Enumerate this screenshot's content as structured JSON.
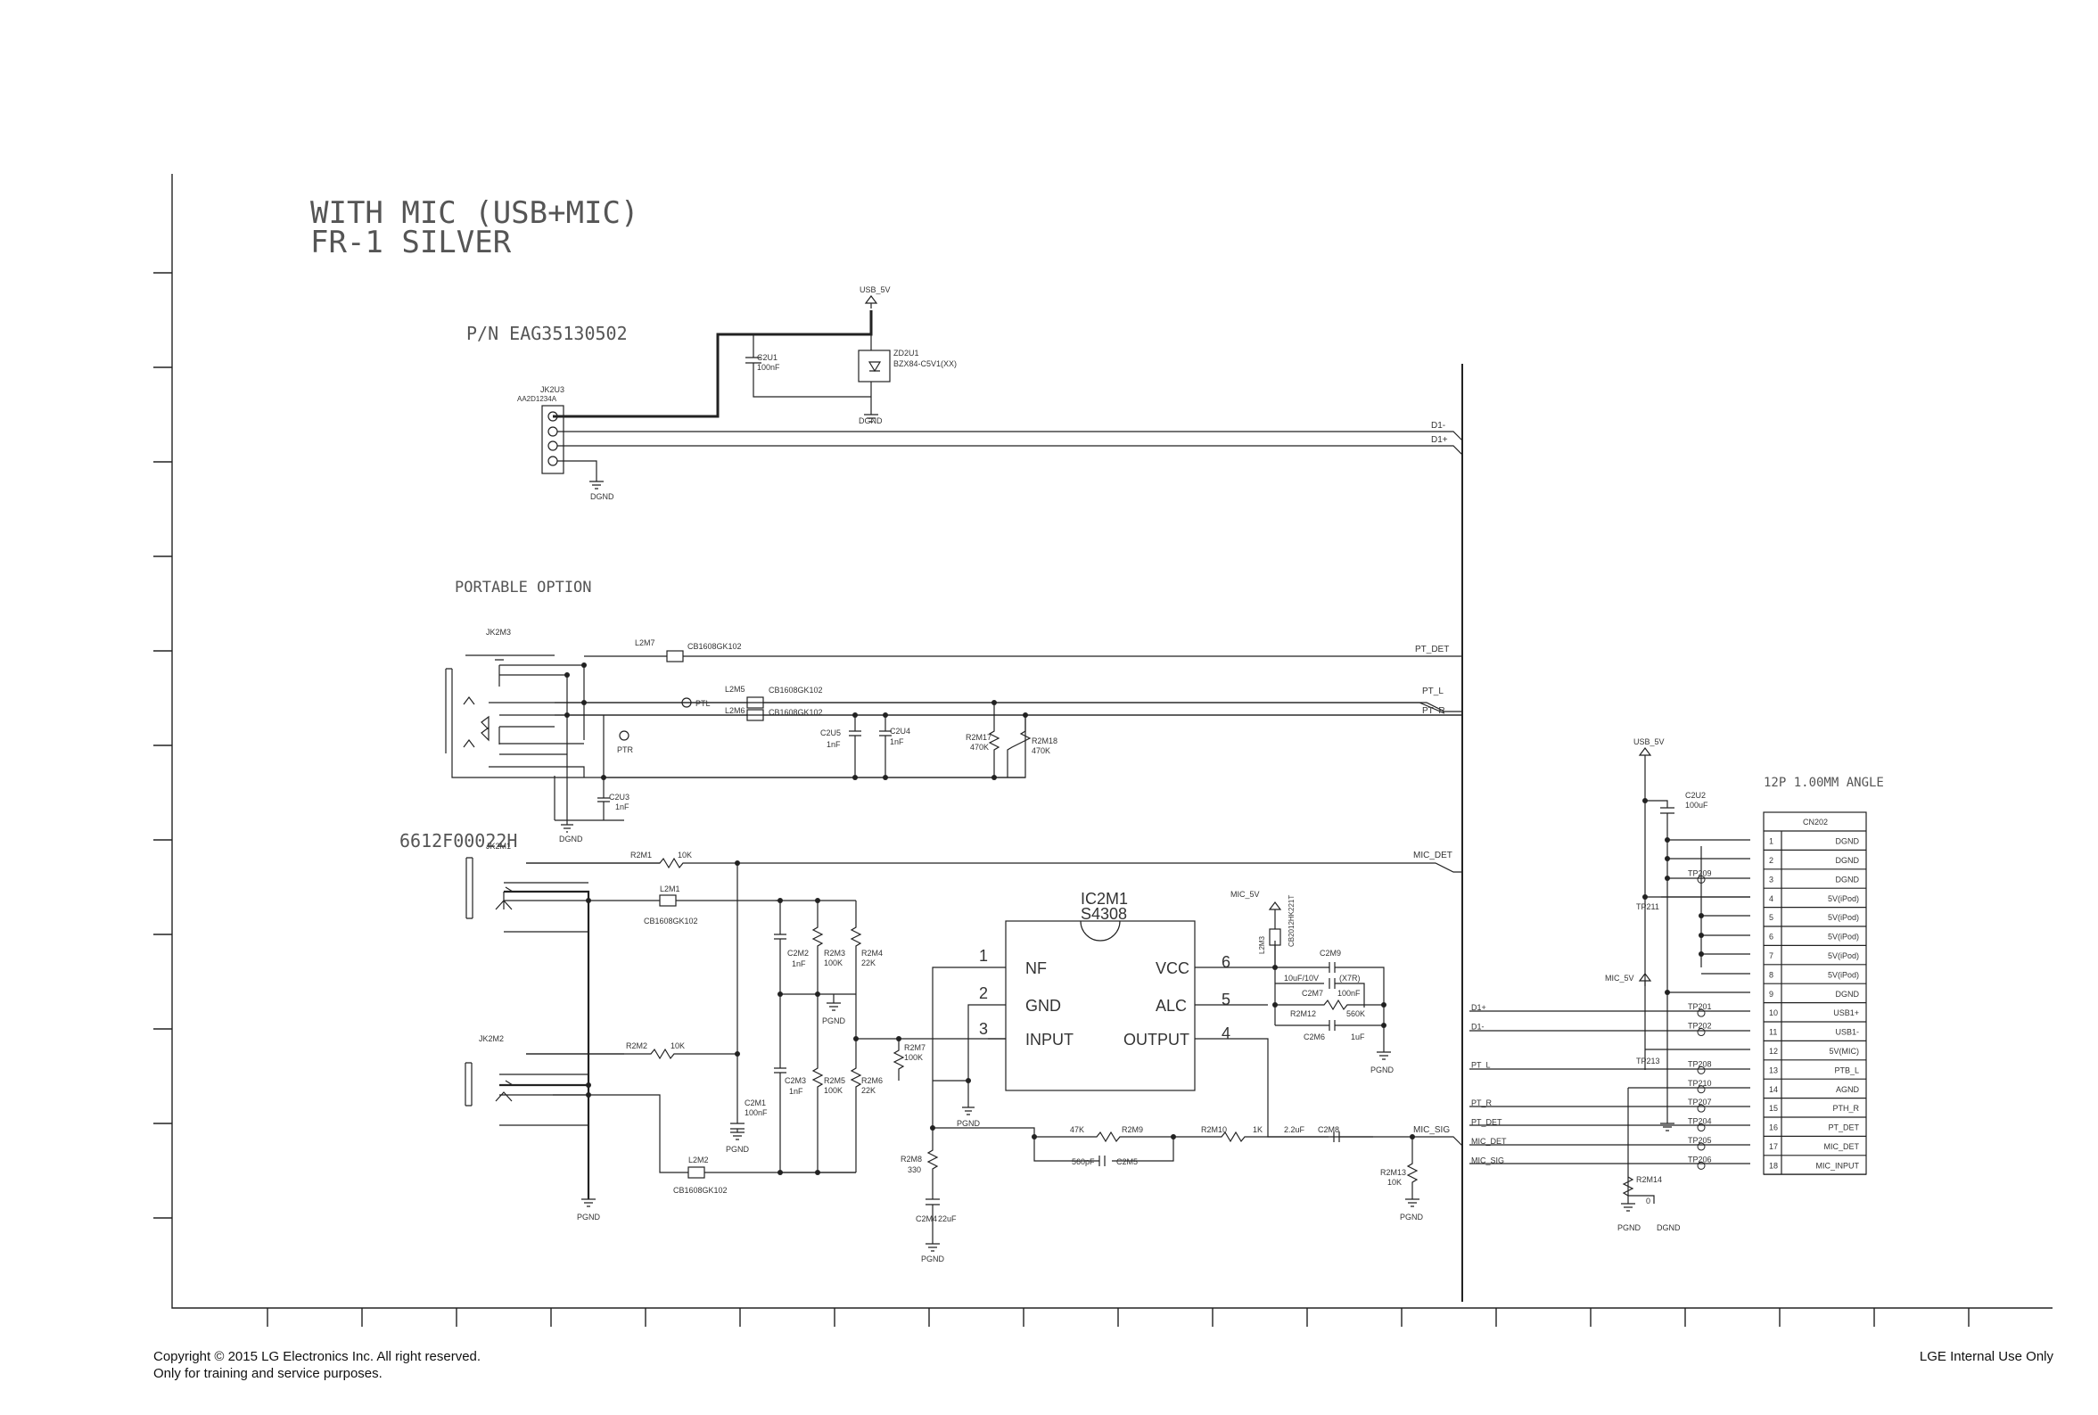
{
  "sheet": {
    "title_line1": "WITH MIC (USB+MIC)",
    "title_line2": "FR-1 SILVER",
    "part_number": "P/N EAG35130502",
    "portable_option": "PORTABLE OPTION",
    "jack_part": "6612F00022H",
    "connector_title": "12P 1.00MM ANGLE"
  },
  "labels": {
    "usb_5v": "USB_5V",
    "mic_5v": "MIC_5V",
    "dgnd": "DGND",
    "pgnd": "PGND",
    "jk2u3": "JK2U3",
    "jk2u3_part": "AA2D1234A",
    "c2u1": "C2U1",
    "c2u1_val": "100nF",
    "zd2u1": "ZD2U1",
    "zd2u1_part": "BZX84-C5V1(XX)",
    "jk2m3": "JK2M3",
    "l2m7": "L2M7",
    "l2m5": "L2M5",
    "l2m6": "L2M6",
    "cb_part": "CB1608GK102",
    "ptl": "PTL",
    "ptr": "PTR",
    "c2u5": "C2U5",
    "c2u4": "C2U4",
    "c2u3": "C2U3",
    "one_nf": "1nF",
    "r2m17": "R2M17",
    "r2m18": "R2M18",
    "r470k": "470K",
    "jk2m1": "JK2M1",
    "jk2m2": "JK2M2",
    "r2m1": "R2M1",
    "r2m2": "R2M2",
    "r10k": "10K",
    "l2m1": "L2M1",
    "l2m2": "L2M2",
    "c2m2": "C2M2",
    "c2m3": "C2M3",
    "r2m3": "R2M3",
    "r2m4": "R2M4",
    "r2m5": "R2M5",
    "r2m6": "R2M6",
    "r100k": "100K",
    "r22k": "22K",
    "c2m1": "C2M1",
    "c2m1_val": "100nF",
    "r2m7": "R2M7",
    "r2m8": "R2M8",
    "r330": "330",
    "c2m4": "C2M4",
    "c2m4_val": "22uF",
    "ic_ref": "IC2M1",
    "ic_part": "S4308",
    "pin_nf": "NF",
    "pin_gnd": "GND",
    "pin_input": "INPUT",
    "pin_vcc": "VCC",
    "pin_alc": "ALC",
    "pin_output": "OUTPUT",
    "p1": "1",
    "p2": "2",
    "p3": "3",
    "p4": "4",
    "p5": "5",
    "p6": "6",
    "l2m3": "L2M3",
    "l2m3_part": "CB2012HK221T",
    "c2m9": "C2M9",
    "c2m9_val": "10uF/10V",
    "c2m9_note": "(X7R)",
    "c2m7": "C2M7",
    "c2m7_val": "100nF",
    "r2m12": "R2M12",
    "r560k": "560K",
    "c2m6": "C2M6",
    "c2m6_val": "1uF",
    "r2m9": "R2M9",
    "r47k": "47K",
    "c2m5": "C2M5",
    "c2m5_val": "560pF",
    "r2m10": "R2M10",
    "r1k": "1K",
    "c2m8": "C2M8",
    "c2m8_val": "2.2uF",
    "r2m13": "R2M13",
    "r2m14": "R2M14",
    "r0": "0",
    "c2u2": "C2U2",
    "c2u2_val": "100uF",
    "tp211": "TP211",
    "tp213": "TP213",
    "cn202": "CN202"
  },
  "nets": {
    "d_minus": "D1-",
    "d_plus": "D1+",
    "pt_det": "PT_DET",
    "pt_l": "PT_L",
    "pt_r": "PT_R",
    "mic_det": "MIC_DET",
    "mic_sig": "MIC_SIG"
  },
  "connector": {
    "pins": [
      {
        "num": "1",
        "name": "DGND",
        "tp": ""
      },
      {
        "num": "2",
        "name": "DGND",
        "tp": ""
      },
      {
        "num": "3",
        "name": "DGND",
        "tp": "TP209"
      },
      {
        "num": "4",
        "name": "5V(iPod)",
        "tp": ""
      },
      {
        "num": "5",
        "name": "5V(iPod)",
        "tp": ""
      },
      {
        "num": "6",
        "name": "5V(iPod)",
        "tp": ""
      },
      {
        "num": "7",
        "name": "5V(iPod)",
        "tp": ""
      },
      {
        "num": "8",
        "name": "5V(iPod)",
        "tp": ""
      },
      {
        "num": "9",
        "name": "DGND",
        "tp": ""
      },
      {
        "num": "10",
        "name": "USB1+",
        "tp": "TP201"
      },
      {
        "num": "11",
        "name": "USB1-",
        "tp": "TP202"
      },
      {
        "num": "12",
        "name": "5V(MIC)",
        "tp": ""
      },
      {
        "num": "13",
        "name": "PTB_L",
        "tp": "TP208"
      },
      {
        "num": "14",
        "name": "AGND",
        "tp": "TP210"
      },
      {
        "num": "15",
        "name": "PTH_R",
        "tp": "TP207"
      },
      {
        "num": "16",
        "name": "PT_DET",
        "tp": "TP204"
      },
      {
        "num": "17",
        "name": "MIC_DET",
        "tp": "TP205"
      },
      {
        "num": "18",
        "name": "MIC_INPUT",
        "tp": "TP206"
      }
    ],
    "left_nets": [
      "",
      "",
      "",
      "",
      "",
      "",
      "",
      "",
      "",
      "D1+",
      "D1-",
      "",
      "PT_L",
      "",
      "PT_R",
      "PT_DET",
      "MIC_DET",
      "MIC_SIG"
    ]
  },
  "footer": {
    "copyright": "Copyright © 2015 LG Electronics Inc. All right reserved.",
    "training": "Only for training and service purposes.",
    "internal": "LGE Internal Use Only"
  }
}
